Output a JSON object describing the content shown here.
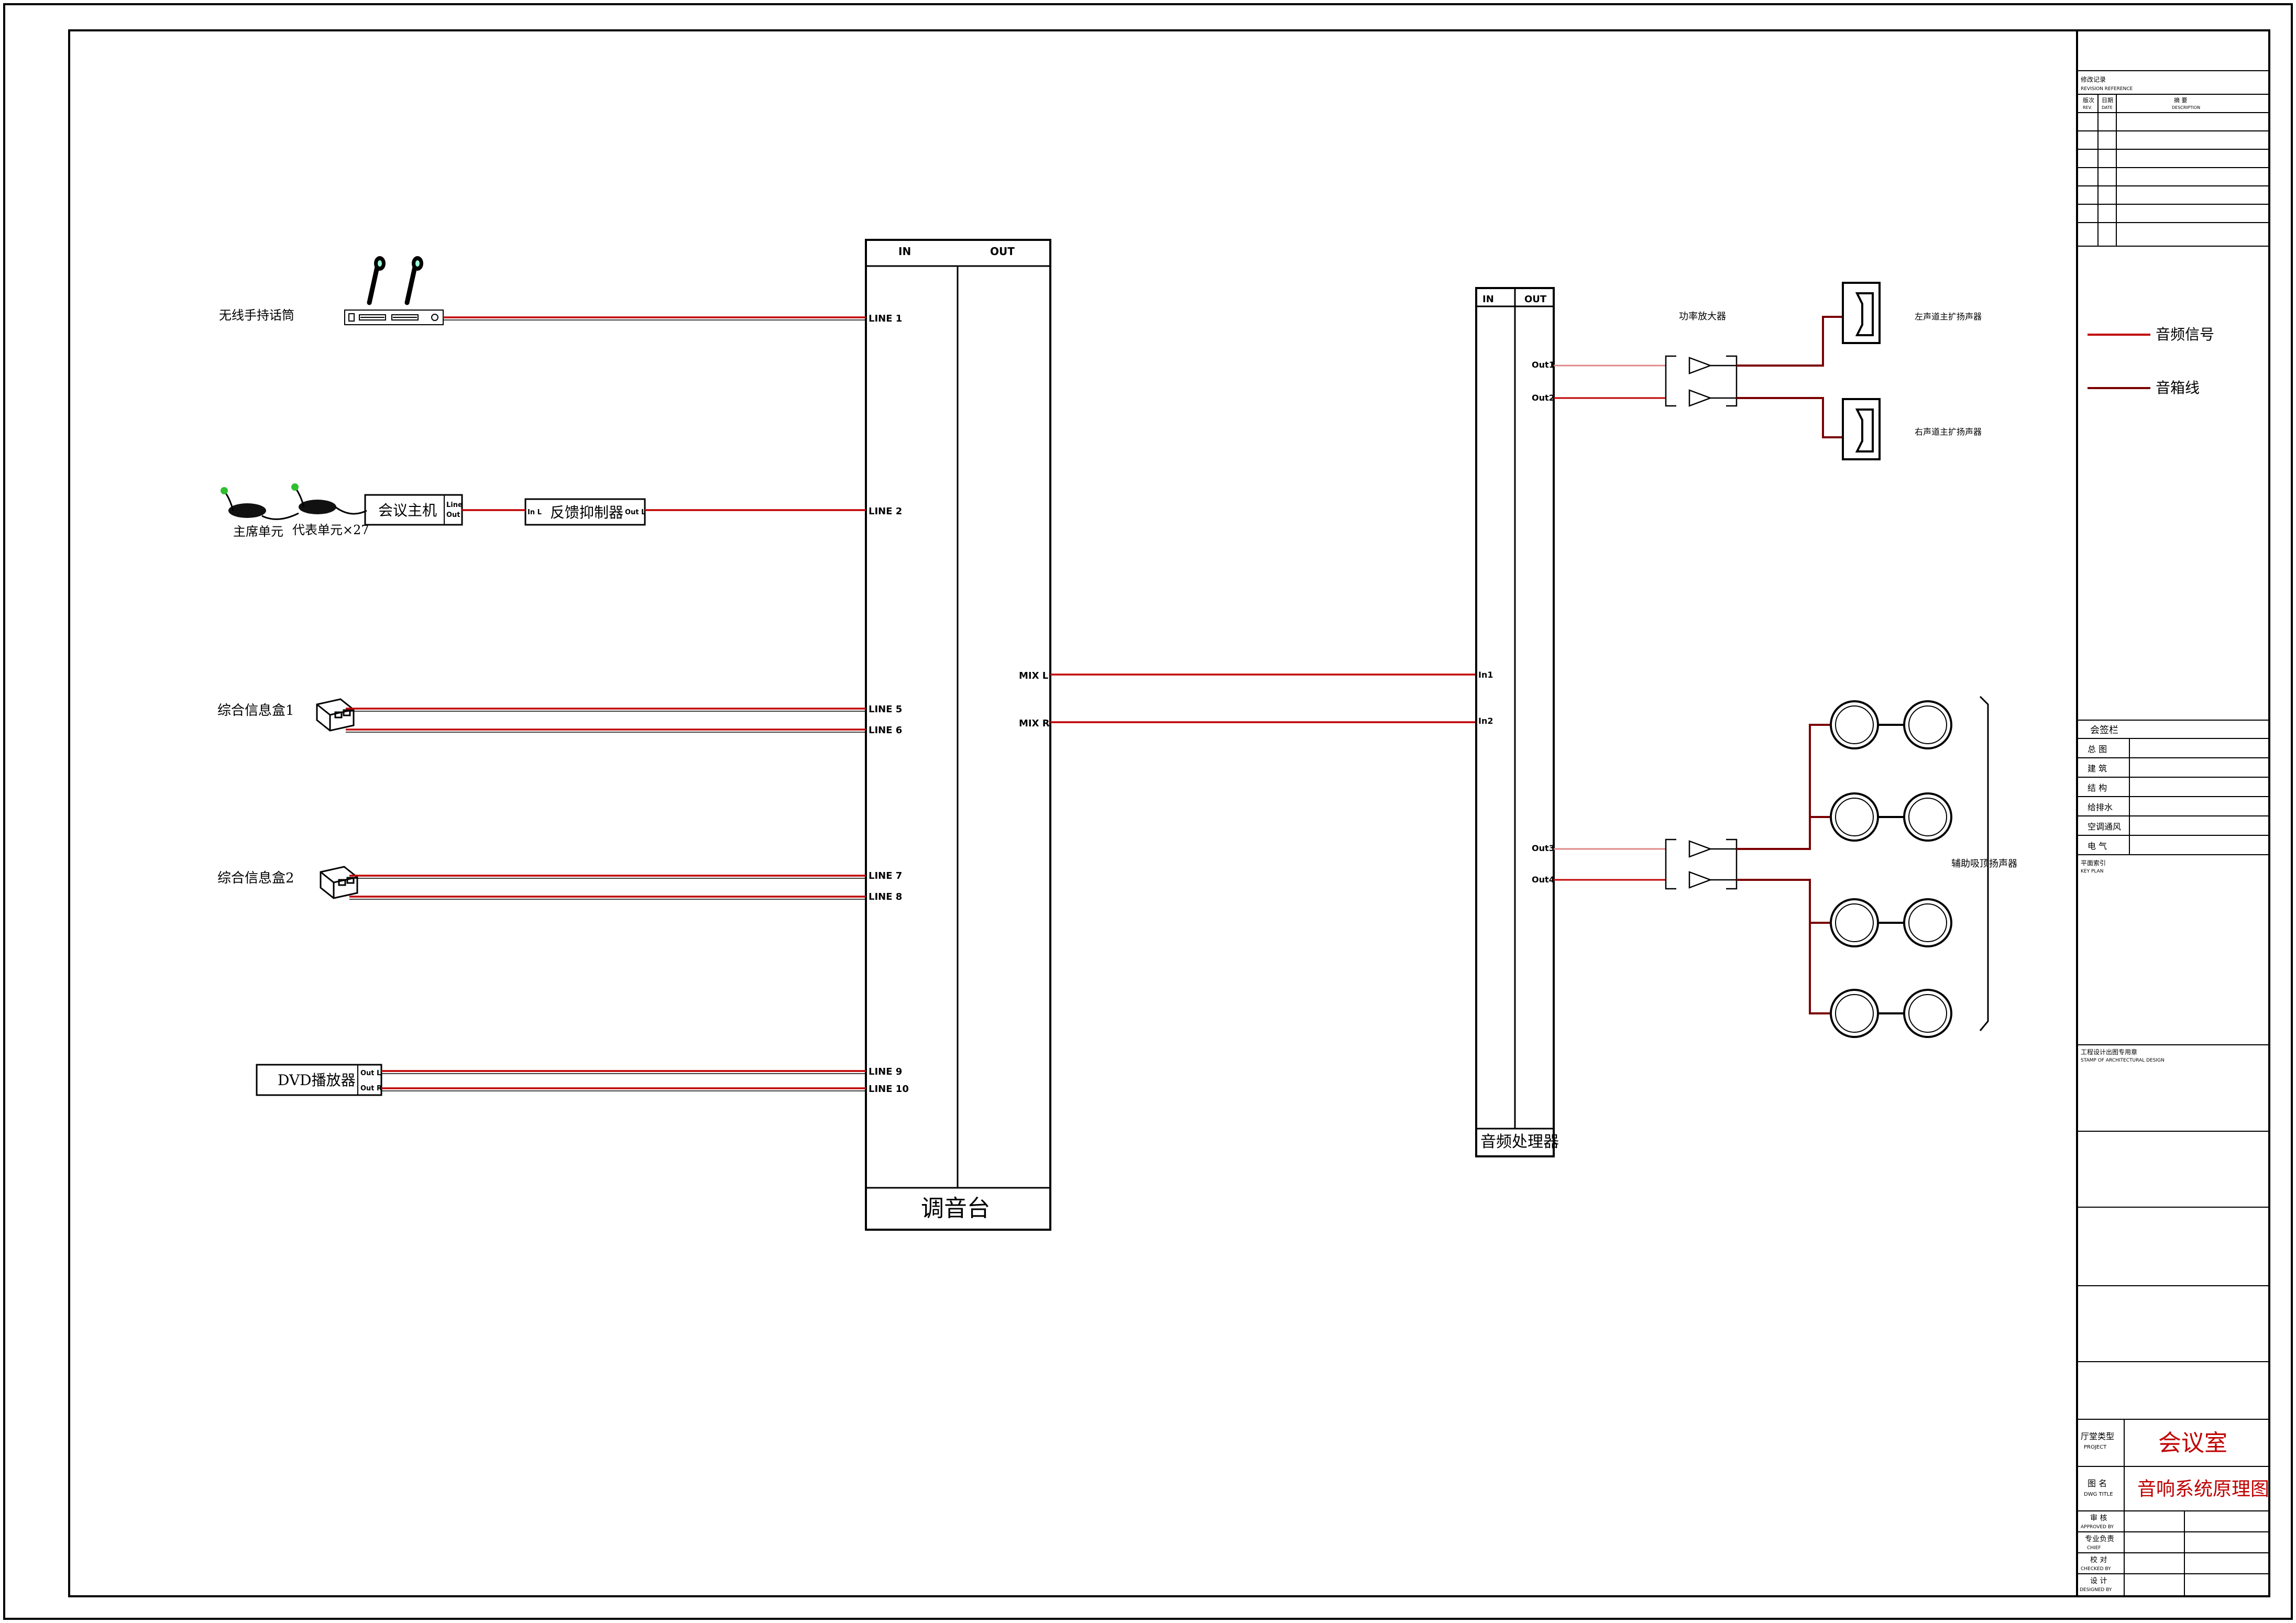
{
  "colors": {
    "frame": "#000000",
    "signal": "#c00000",
    "speaker_line": "#7a0000",
    "title_red": "#c00000",
    "mic_green": "#2fbf2f"
  },
  "sources": {
    "wireless_mic": "无线手持话筒",
    "chair_unit": "主席单元",
    "delegate_unit": "代表单元×27",
    "conference_host": "会议主机",
    "conf_line": "Line",
    "conf_out": "Out",
    "feedback_suppressor": "反馈抑制器",
    "fs_in": "In L",
    "fs_out": "Out L",
    "info_box_1": "综合信息盒1",
    "info_box_2": "综合信息盒2",
    "dvd_player": "DVD播放器",
    "dvd_out_l": "Out L",
    "dvd_out_r": "Out R"
  },
  "mixer": {
    "in_header": "IN",
    "out_header": "OUT",
    "inputs": [
      "LINE 1",
      "LINE 2",
      "LINE 5",
      "LINE 6",
      "LINE 7",
      "LINE 8",
      "LINE 9",
      "LINE 10"
    ],
    "mix_l": "MIX L",
    "mix_r": "MIX R",
    "name": "调音台"
  },
  "processor": {
    "in_header": "IN",
    "out_header": "OUT",
    "in1": "In1",
    "in2": "In2",
    "out1": "Out1",
    "out2": "Out2",
    "out3": "Out3",
    "out4": "Out4",
    "name": "音频处理器"
  },
  "amplifier": {
    "label": "功率放大器"
  },
  "speakers": {
    "left_main": "左声道主扩扬声器",
    "right_main": "右声道主扩扬声器",
    "auxiliary": "辅助吸顶扬声器"
  },
  "title_block": {
    "revision_title": "修改记录",
    "revision_title_en": "REVISION REFERENCE",
    "rev_col1": "版次",
    "rev_col1_en": "REV.",
    "rev_col2": "日期",
    "rev_col2_en": "DATE",
    "rev_col3": "摘    要",
    "rev_col3_en": "DESCRIPTION",
    "legend_signal": "音频信号",
    "legend_speaker": "音箱线",
    "sign_title": "会签栏",
    "sign_rows": [
      "总  图",
      "建  筑",
      "结  构",
      "给排水",
      "空调通风",
      "电  气"
    ],
    "key_plan": "平面索引",
    "key_plan_en": "KEY PLAN",
    "stamp": "工程设计出图专用章",
    "stamp_en": "STAMP OF ARCHITECTURAL DESIGN",
    "project_label": "厅堂类型",
    "project_label_en": "PROJECT",
    "project_value": "会议室",
    "drawing_label": "图  名",
    "drawing_label_en": "DWG TITLE",
    "drawing_value": "音响系统原理图",
    "approval_rows": [
      {
        "cn": "审  核",
        "en": "APPROVED BY"
      },
      {
        "cn": "专业负责",
        "en": "CHIEF"
      },
      {
        "cn": "校  对",
        "en": "CHECKED BY"
      },
      {
        "cn": "设  计",
        "en": "DESIGNED BY"
      }
    ]
  }
}
